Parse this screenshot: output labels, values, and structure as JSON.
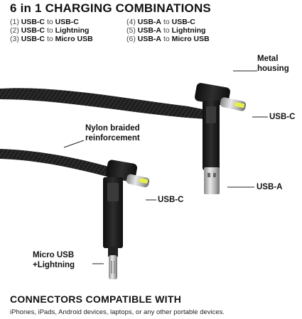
{
  "title": "6 in 1 CHARGING COMBINATIONS",
  "combinations": [
    {
      "num": "(1)",
      "from": "USB-C",
      "to": "USB-C"
    },
    {
      "num": "(2)",
      "from": "USB-C",
      "to": "Lightning"
    },
    {
      "num": "(3)",
      "from": "USB-C",
      "to": "Micro USB"
    },
    {
      "num": "(4)",
      "from": "USB-A",
      "to": "USB-C"
    },
    {
      "num": "(5)",
      "from": "USB-A",
      "to": "Lightning"
    },
    {
      "num": "(6)",
      "from": "USB-A",
      "to": "Micro USB"
    }
  ],
  "connector_word": "to",
  "callouts": {
    "metal_housing_1": "Metal",
    "metal_housing_2": "housing",
    "usb_c_top": "USB-C",
    "nylon_1": "Nylon braided",
    "nylon_2": "reinforcement",
    "usb_a": "USB-A",
    "usb_c_bottom": "USB-C",
    "micro_1": "Micro USB",
    "micro_2": "+Lightning"
  },
  "footer": {
    "heading": "CONNECTORS COMPATIBLE WITH",
    "text": "iPhones, iPads, Android devices, laptops, or any other portable devices."
  },
  "colors": {
    "accent_yellow": "#e6f04a",
    "cable_black": "#1a1a1a"
  }
}
